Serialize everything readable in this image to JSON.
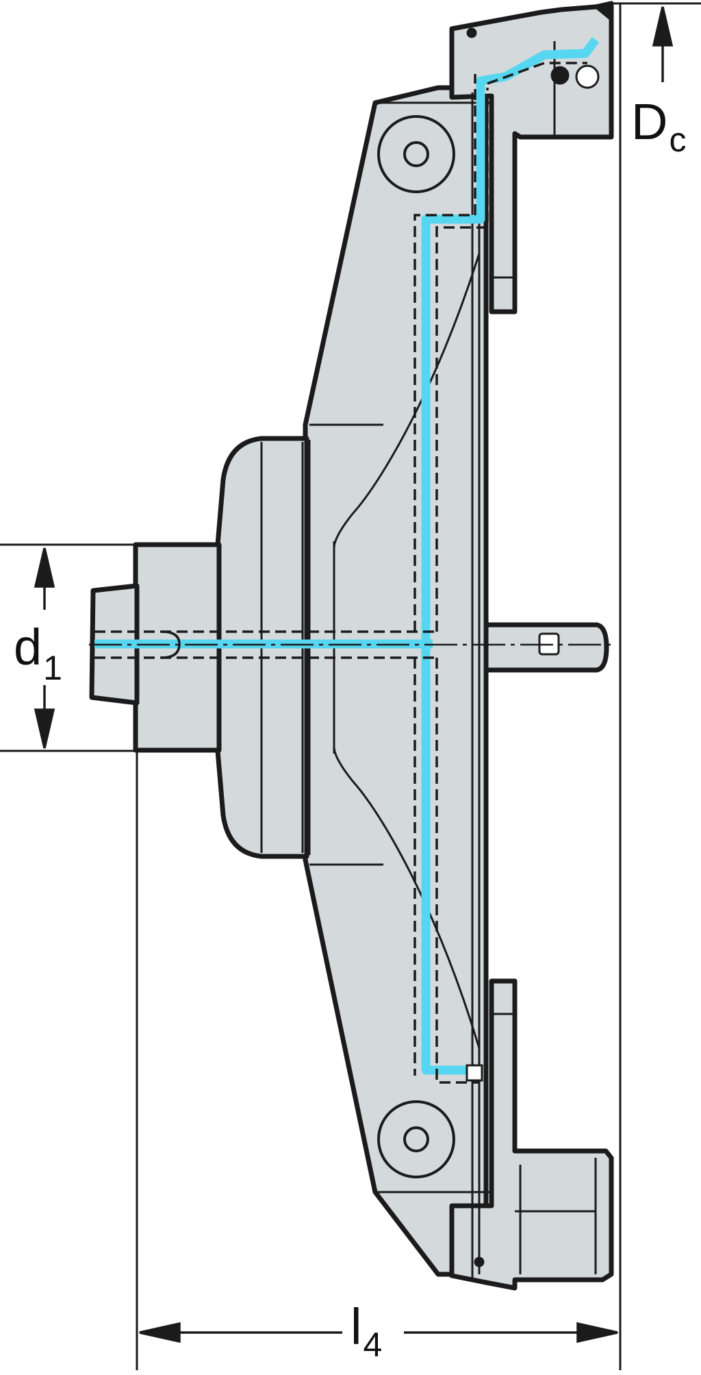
{
  "drawing": {
    "labels": {
      "d1": {
        "main": "d",
        "sub": "1"
      },
      "dc": {
        "main": "D",
        "sub": "c"
      },
      "l4": {
        "main": "l",
        "sub": "4"
      }
    },
    "colors": {
      "body_fill": "#d4dadc",
      "outline": "#1b1b1b",
      "coolant": "#56d6f0",
      "background": "#ffffff"
    },
    "icons": {
      "arrow": "arrowhead-icon",
      "screw": "screw-hole-icon"
    }
  }
}
